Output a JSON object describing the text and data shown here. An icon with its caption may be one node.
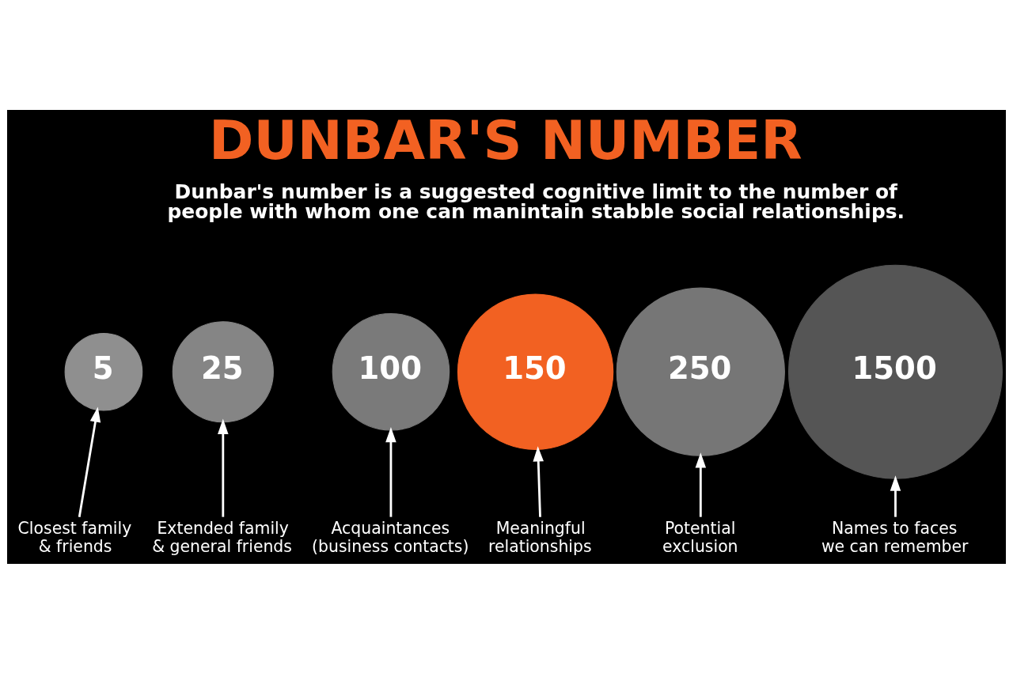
{
  "diagram": {
    "title": "DUNBAR'S NUMBER",
    "nodes": [
      {
        "text": [
          "5"
        ]
      },
      {
        "text": [
          "25"
        ]
      },
      {
        "text": [
          "100"
        ]
      },
      {
        "text": [
          "150"
        ]
      },
      {
        "text": [
          "250"
        ]
      },
      {
        "text": [
          "1500"
        ]
      },
      {
        "text": [
          "Closest family & friends"
        ]
      },
      {
        "text": [
          "Extended family & general friends"
        ]
      },
      {
        "text": [
          "Acquaintances (business contacts)"
        ]
      },
      {
        "text": [
          "Meaningful relationships"
        ]
      },
      {
        "text": [
          "Potential exclusion"
        ]
      },
      {
        "text": [
          "Names to faces we can remember"
        ]
      }
    ],
    "edges": [
      {
        "from": 6,
        "to": 0,
        "arrow": "to"
      },
      {
        "from": 7,
        "to": 1,
        "arrow": "to"
      },
      {
        "from": 8,
        "to": 2,
        "arrow": "to"
      },
      {
        "from": 9,
        "to": 3,
        "arrow": "to"
      },
      {
        "from": 10,
        "to": 4,
        "arrow": "to"
      },
      {
        "from": 11,
        "to": 5,
        "arrow": "to"
      }
    ],
    "labels": [
      "Dunbar's number is a suggested cognitive limit to the number of people with whom one can manintain stabble social relationships."
    ]
  }
}
